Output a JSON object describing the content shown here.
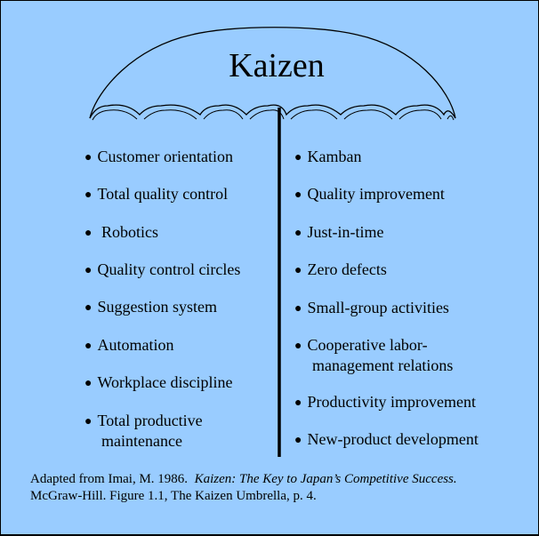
{
  "title": "Kaizen",
  "colors": {
    "background": "#99ccff",
    "ink": "#000000"
  },
  "left_items": [
    {
      "text": "Customer orientation"
    },
    {
      "text": "Total quality control"
    },
    {
      "text": " Robotics"
    },
    {
      "text": "Quality control circles"
    },
    {
      "text": "Suggestion system"
    },
    {
      "text": "Automation"
    },
    {
      "text": "Workplace discipline"
    },
    {
      "text": "Total productive",
      "text2": "maintenance"
    }
  ],
  "right_items": [
    {
      "text": "Kamban"
    },
    {
      "text": "Quality improvement"
    },
    {
      "text": "Just-in-time"
    },
    {
      "text": "Zero defects"
    },
    {
      "text": "Small-group activities"
    },
    {
      "text": "Cooperative labor-",
      "text2": "management relations"
    },
    {
      "text": "Productivity improvement"
    },
    {
      "text": "New-product development"
    }
  ],
  "citation": {
    "prefix": "Adapted from Imai, M. 1986.  ",
    "italic": "Kaizen: The Key to Japan’s Competitive Success.",
    "suffix": "McGraw-Hill.  Figure 1.1, The Kaizen Umbrella, p. 4."
  }
}
